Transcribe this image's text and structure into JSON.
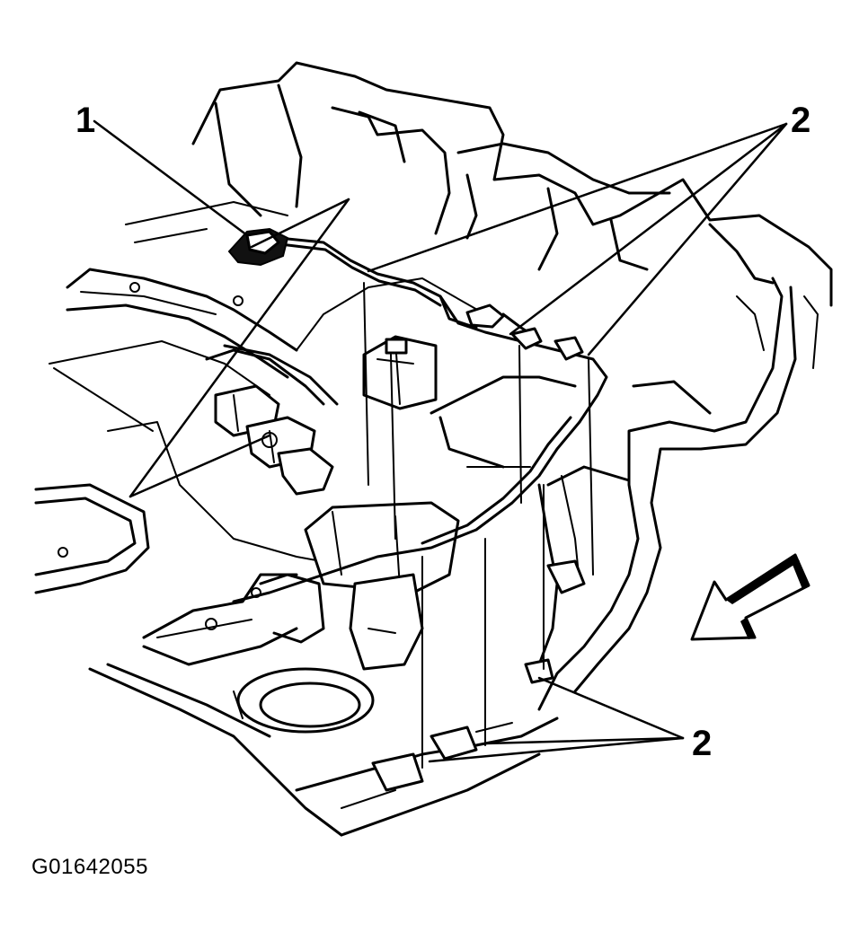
{
  "diagram": {
    "callouts": {
      "label_1": "1",
      "label_2_top": "2",
      "label_2_bottom": "2"
    },
    "figure_id": "G01642055",
    "icons": {
      "direction_arrow": "forward-direction-arrow-icon"
    },
    "colors": {
      "ink": "#000000",
      "paper": "#ffffff"
    }
  }
}
